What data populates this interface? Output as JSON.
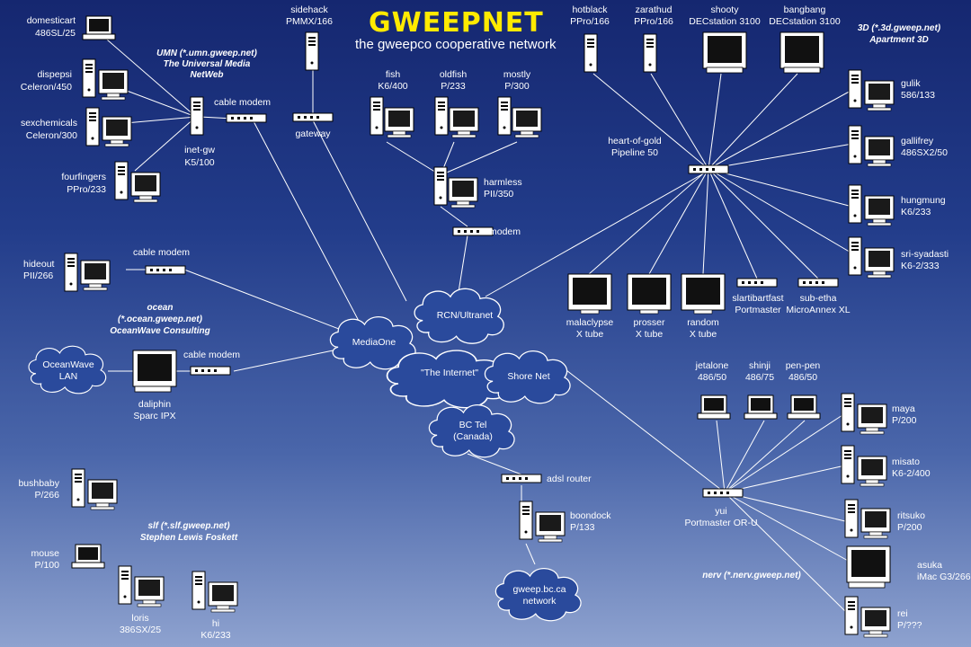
{
  "header": {
    "logo": "GWEEPNET",
    "subtitle": "the gweepco cooperative network"
  },
  "groups": {
    "umn": [
      "UMN (*.umn.gweep.net)",
      "The Universal Media",
      "NetWeb"
    ],
    "ocean": [
      "ocean",
      "(*.ocean.gweep.net)",
      "OceanWave Consulting"
    ],
    "slf": [
      "slf (*.slf.gweep.net)",
      "Stephen Lewis Foskett"
    ],
    "threed": [
      "3D (*.3d.gweep.net)",
      "Apartment 3D"
    ],
    "nerv": [
      "nerv (*.nerv.gweep.net)"
    ]
  },
  "clouds": {
    "mediaone": [
      "MediaOne"
    ],
    "rcn": [
      "RCN/Ultranet"
    ],
    "internet": [
      "\"The Internet\""
    ],
    "shorenet": [
      "Shore Net"
    ],
    "bctel": [
      "BC Tel",
      "(Canada)"
    ],
    "oceanwave": [
      "OceanWave",
      "LAN"
    ],
    "gweepbc": [
      "gweep.bc.ca",
      "network"
    ]
  },
  "nodes": {
    "domesticart": [
      "domesticart",
      "486SL/25"
    ],
    "dispepsi": [
      "dispepsi",
      "Celeron/450"
    ],
    "sexchemicals": [
      "sexchemicals",
      "Celeron/300"
    ],
    "fourfingers": [
      "fourfingers",
      "PPro/233"
    ],
    "inetgw": [
      "inet-gw",
      "K5/100"
    ],
    "cablemodem1": [
      "cable modem"
    ],
    "sidehack": [
      "sidehack",
      "PMMX/166"
    ],
    "gateway": [
      "gateway"
    ],
    "fish": [
      "fish",
      "K6/400"
    ],
    "oldfish": [
      "oldfish",
      "P/233"
    ],
    "mostly": [
      "mostly",
      "P/300"
    ],
    "harmless": [
      "harmless",
      "PII/350"
    ],
    "modem": [
      "modem"
    ],
    "hotblack": [
      "hotblack",
      "PPro/166"
    ],
    "zarathud": [
      "zarathud",
      "PPro/166"
    ],
    "shooty": [
      "shooty",
      "DECstation 3100"
    ],
    "bangbang": [
      "bangbang",
      "DECstation 3100"
    ],
    "heartofgold": [
      "heart-of-gold",
      "Pipeline 50"
    ],
    "gulik": [
      "gulik",
      "586/133"
    ],
    "gallifrey": [
      "gallifrey",
      "486SX2/50"
    ],
    "hungmung": [
      "hungmung",
      "K6/233"
    ],
    "srisyadasti": [
      "sri-syadasti",
      "K6-2/333"
    ],
    "malaclypse": [
      "malaclypse",
      "X tube"
    ],
    "prosser": [
      "prosser",
      "X tube"
    ],
    "random": [
      "random",
      "X tube"
    ],
    "slartibartfast": [
      "slartibartfast",
      "Portmaster"
    ],
    "subetha": [
      "sub-etha",
      "MicroAnnex XL"
    ],
    "hideout": [
      "hideout",
      "PII/266"
    ],
    "cablemodem2": [
      "cable modem"
    ],
    "cablemodem3": [
      "cable modem"
    ],
    "daliphin": [
      "daliphin",
      "Sparc IPX"
    ],
    "adslrouter": [
      "adsl router"
    ],
    "boondock": [
      "boondock",
      "P/133"
    ],
    "jetalone": [
      "jetalone",
      "486/50"
    ],
    "shinji": [
      "shinji",
      "486/75"
    ],
    "penpen": [
      "pen-pen",
      "486/50"
    ],
    "maya": [
      "maya",
      "P/200"
    ],
    "misato": [
      "misato",
      "K6-2/400"
    ],
    "ritsuko": [
      "ritsuko",
      "P/200"
    ],
    "asuka": [
      "asuka",
      "iMac G3/266"
    ],
    "rei": [
      "rei",
      "P/???"
    ],
    "yui": [
      "yui",
      "Portmaster OR-U"
    ],
    "bushbaby": [
      "bushbaby",
      "P/266"
    ],
    "mouse": [
      "mouse",
      "P/100"
    ],
    "loris": [
      "loris",
      "386SX/25"
    ],
    "hi": [
      "hi",
      "K6/233"
    ]
  }
}
